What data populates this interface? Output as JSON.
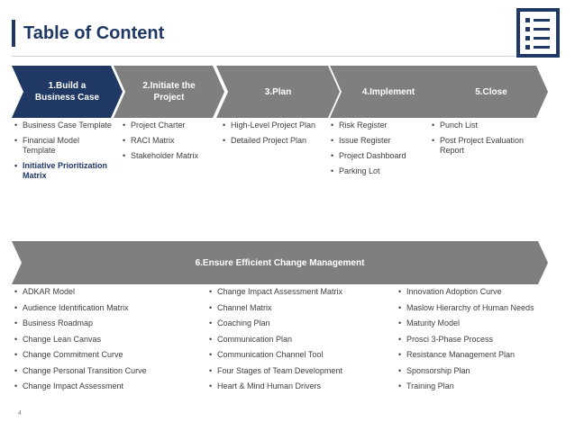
{
  "title": "Table of Content",
  "icon": "checklist-icon",
  "colors": {
    "dark": "#1f3864",
    "gray": "#7f7f7f",
    "text": "#404040"
  },
  "phases": [
    {
      "label": "1.Build a\nBusiness Case",
      "items": [
        "Business Case Template",
        "Financial Model Template",
        "Initiative Prioritization Matrix"
      ],
      "bold_item": 2
    },
    {
      "label": "2.Initiate the\nProject",
      "items": [
        "Project Charter",
        "RACI Matrix",
        "Stakeholder Matrix"
      ]
    },
    {
      "label": "3.Plan",
      "items": [
        "High-Level Project Plan",
        "Detailed Project Plan"
      ]
    },
    {
      "label": "4.Implement",
      "items": [
        "Risk Register",
        "Issue Register",
        "Project Dashboard",
        "Parking Lot"
      ]
    },
    {
      "label": "5.Close",
      "items": [
        "Punch List",
        "Post Project Evaluation Report"
      ]
    }
  ],
  "change_management": {
    "label": "6.Ensure Efficient Change Management",
    "columns": [
      [
        "ADKAR Model",
        "Audience Identification Matrix",
        "Business Roadmap",
        "Change Lean Canvas",
        "Change Commitment Curve",
        "Change Personal Transition Curve",
        "Change Impact Assessment"
      ],
      [
        "Change Impact Assessment Matrix",
        "Channel Matrix",
        "Coaching Plan",
        "Communication Plan",
        "Communication Channel Tool",
        "Four Stages of Team Development",
        "Heart & Mind Human Drivers"
      ],
      [
        "Innovation Adoption Curve",
        "Maslow Hierarchy of Human Needs",
        "Maturity Model",
        "Prosci 3-Phase Process",
        "Resistance Management Plan",
        "Sponsorship Plan",
        "Training Plan"
      ]
    ]
  },
  "page_number": "4"
}
